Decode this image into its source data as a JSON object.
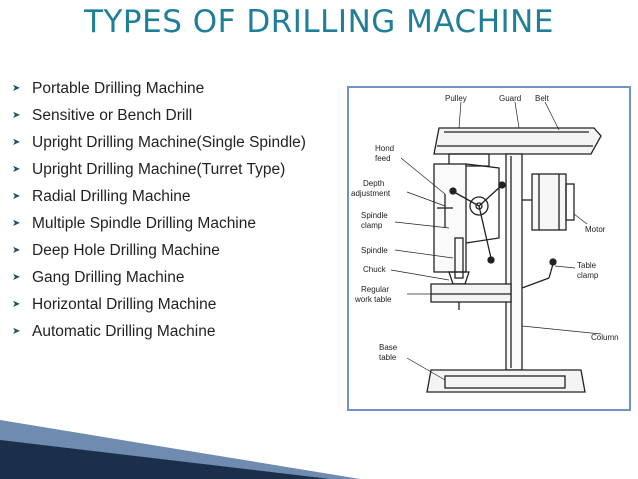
{
  "title": "TYPES OF DRILLING MACHINE",
  "bullets": [
    "Portable Drilling Machine",
    "Sensitive or Bench Drill",
    "Upright Drilling Machine(Single Spindle)",
    "Upright Drilling Machine(Turret Type)",
    "Radial Drilling Machine",
    "Multiple Spindle Drilling Machine",
    "Deep Hole Drilling Machine",
    "Gang Drilling Machine",
    "Horizontal Drilling Machine",
    "Automatic Drilling Machine"
  ],
  "figure": {
    "labels": {
      "pulley": "Pulley",
      "guard": "Guard",
      "belt": "Belt",
      "hand_feed_1": "Hond",
      "hand_feed_2": "feed",
      "depth_1": "Depth",
      "depth_2": "adjustment",
      "spindle_clamp_1": "Spindle",
      "spindle_clamp_2": "clamp",
      "spindle": "Spindle",
      "chuck": "Chuck",
      "regular_1": "Regular",
      "regular_2": "work table",
      "motor": "Motor",
      "table_clamp_1": "Table",
      "table_clamp_2": "clamp",
      "column": "Column",
      "base_1": "Base",
      "base_2": "table"
    }
  },
  "colors": {
    "title": "#1f7f98",
    "figure_border": "#6e93c4",
    "swoosh_dark": "#1b2f4a",
    "swoosh_light": "#6f8bb0"
  }
}
